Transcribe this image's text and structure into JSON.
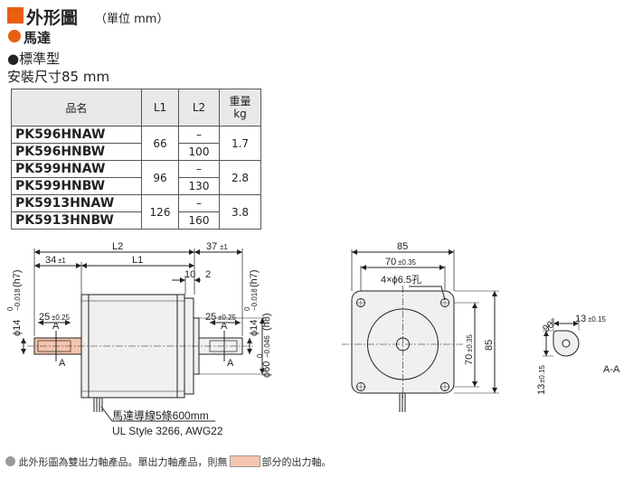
{
  "header": {
    "title": "外形圖",
    "unit": "（單位 mm）"
  },
  "motor_label": "馬達",
  "type_label": "●標準型",
  "mount_label": "安裝尺寸85 mm",
  "table": {
    "headers": {
      "name": "品名",
      "l1": "L1",
      "l2": "L2",
      "weight_line1": "重量",
      "weight_line2": "kg"
    },
    "groups": [
      {
        "names": [
          "PK596HNAW",
          "PK596HNBW"
        ],
        "l1": "66",
        "l2": [
          "–",
          "100"
        ],
        "weight": "1.7"
      },
      {
        "names": [
          "PK599HNAW",
          "PK599HNBW"
        ],
        "l1": "96",
        "l2": [
          "–",
          "130"
        ],
        "weight": "2.8"
      },
      {
        "names": [
          "PK5913HNAW",
          "PK5913HNBW"
        ],
        "l1": "126",
        "l2": [
          "–",
          "160"
        ],
        "weight": "3.8"
      }
    ]
  },
  "side_view": {
    "l2": "L2",
    "l1": "L1",
    "dim_34": "34",
    "tol_34": "±1",
    "dim_37": "37",
    "tol_37": "±1",
    "dim_10": "10",
    "dim_2": "2",
    "left_shaft_len": "25",
    "left_shaft_tol": "±0.25",
    "right_shaft_len": "25",
    "right_shaft_tol": "±0.25",
    "left_dia": "ϕ14",
    "left_dia_tol_upper": "0",
    "left_dia_tol_lower": "−0.018",
    "left_dia_fit": "(h7)",
    "right_dia": "ϕ14",
    "right_dia_tol_upper": "0",
    "right_dia_tol_lower": "−0.018",
    "right_dia_fit": "(h7)",
    "pilot_dia": "ϕ60",
    "pilot_tol_upper": "0",
    "pilot_tol_lower": "−0.046",
    "pilot_fit": "(h8)",
    "section_mark": "A",
    "cable_line1": "馬達導線5條600mm",
    "cable_line2": "UL Style 3266, AWG22"
  },
  "front_view": {
    "width": "85",
    "hole_pitch": "70",
    "hole_pitch_tol": "±0.35",
    "holes": "4×ϕ6.5孔",
    "v_pitch": "70",
    "v_pitch_tol": "±0.35",
    "height": "85"
  },
  "section_view": {
    "angle": "90°",
    "width": "13",
    "width_tol": "±0.15",
    "height": "13",
    "height_tol": "±0.15",
    "label": "A-A"
  },
  "footer": {
    "text_before": "此外形圖為雙出力軸產品。單出力軸產品，則無",
    "text_after": "部分的出力軸。"
  },
  "colors": {
    "accent": "#e8600f",
    "shaft_highlight": "#f5c4ad"
  }
}
